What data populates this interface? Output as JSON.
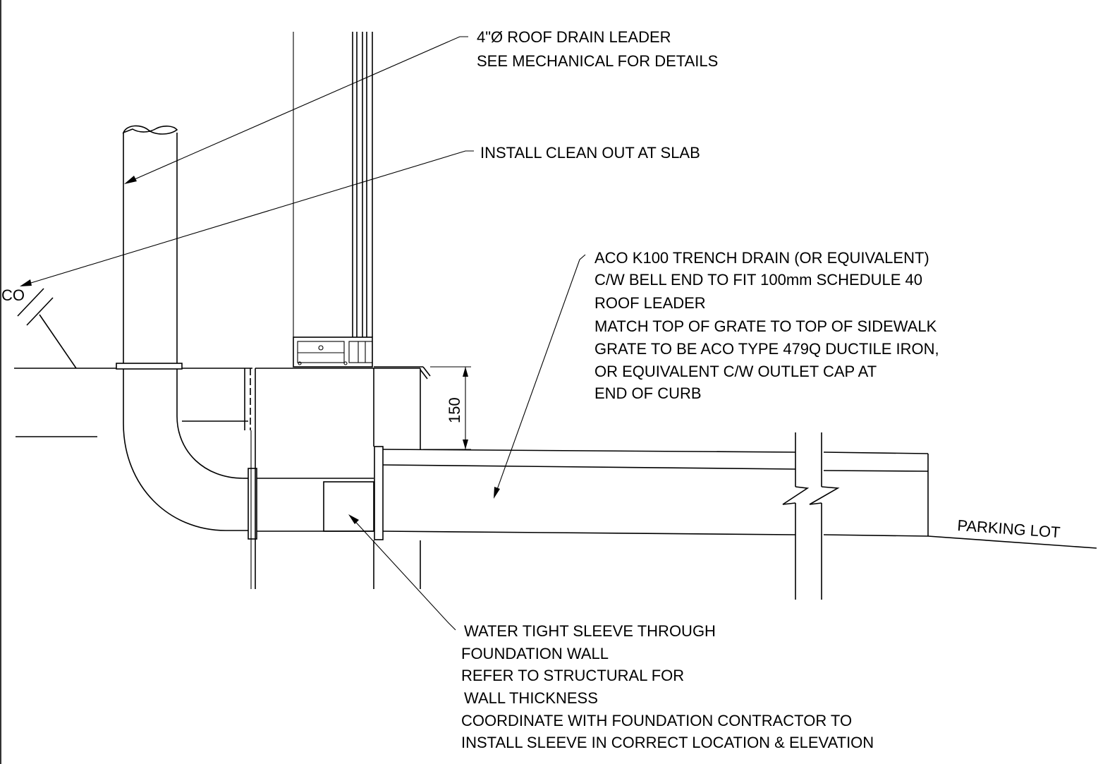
{
  "notes": {
    "roof_drain_leader": [
      "4\"Ø ROOF DRAIN LEADER",
      "SEE MECHANICAL FOR DETAILS"
    ],
    "clean_out": [
      "INSTALL CLEAN OUT AT SLAB"
    ],
    "trench_drain": [
      "ACO K100 TRENCH DRAIN (OR EQUIVALENT)",
      "C/W BELL END TO FIT 100mm SCHEDULE 40",
      "ROOF LEADER",
      "MATCH TOP OF GRATE TO TOP OF SIDEWALK",
      "GRATE TO BE ACO TYPE 479Q DUCTILE IRON,",
      "OR EQUIVALENT C/W OUTLET CAP AT",
      "END OF CURB"
    ],
    "sleeve": [
      "WATER TIGHT SLEEVE THROUGH",
      "FOUNDATION WALL",
      "REFER TO STRUCTURAL FOR",
      "WALL THICKNESS",
      "COORDINATE WITH FOUNDATION CONTRACTOR TO",
      "INSTALL SLEEVE IN CORRECT LOCATION & ELEVATION"
    ]
  },
  "labels": {
    "cleanout_tag": "CO",
    "dimension": "150",
    "parking_lot": "PARKING LOT"
  }
}
